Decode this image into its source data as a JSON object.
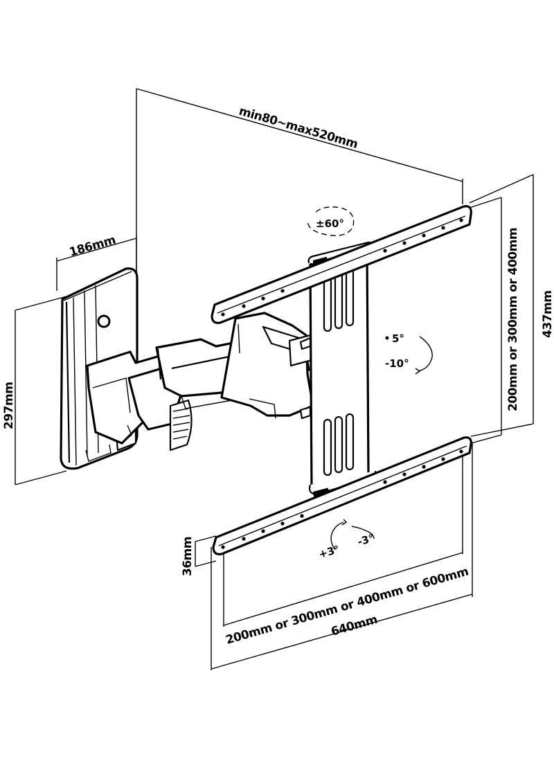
{
  "dimensions": {
    "depth_range": "min80~max520mm",
    "wall_plate_width": "186mm",
    "wall_plate_height": "297mm",
    "arm_height": "437mm",
    "vertical_vesa": "200mm or 300mm or 400mm",
    "horizontal_vesa": "200mm or 300mm or 400mm or 600mm",
    "bracket_width": "640mm",
    "rail_depth": "36mm"
  },
  "angles": {
    "swivel": "±60°",
    "tilt_up": "5°",
    "tilt_down": "-10°",
    "level_plus": "+3°",
    "level_minus": "-3°"
  }
}
